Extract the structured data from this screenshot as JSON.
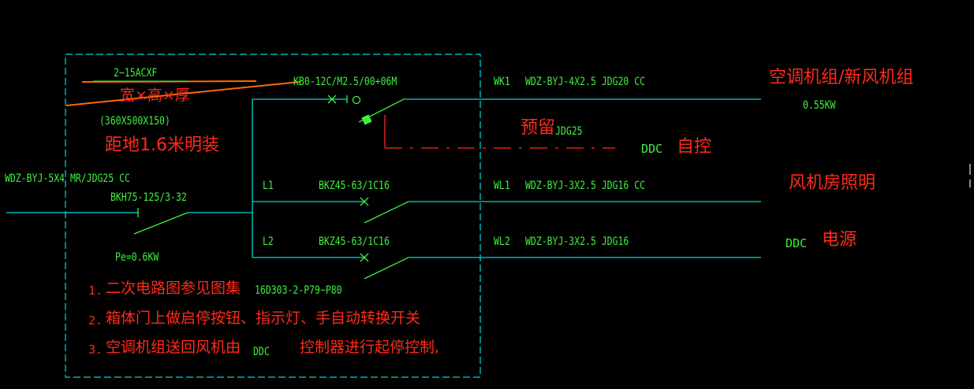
{
  "colors": {
    "background": "#000000",
    "wire": "#00d8d8",
    "switch": "#3ef03e",
    "annotation": "#ff2a1a",
    "box": "#00d8d8"
  },
  "box": {
    "model_top": "2~15ACXF",
    "dims_label": "宽×高×厚",
    "dims_value": "(360X500X150)",
    "mount": "距地1.6米明装",
    "incoming_cable": "WDZ-BYJ-5X4 MR/JDG25 CC",
    "main_breaker": "BKH75-125/3-32",
    "power": "Pe=0.6KW"
  },
  "circuits": [
    {
      "id": "kbo",
      "device": "KB0-12C/M2.5/00+06M",
      "wire_id": "WK1",
      "cable": "WDZ-BYJ-4X2.5  JDG20 CC",
      "load": "空调机组/新风机组",
      "load_power": "0.55KW"
    },
    {
      "id": "l1",
      "phase": "L1",
      "device": "BKZ45-63/1C16",
      "wire_id": "WL1",
      "cable": "WDZ-BYJ-3X2.5  JDG16 CC",
      "load": "风机房照明"
    },
    {
      "id": "l2",
      "phase": "L2",
      "device": "BKZ45-63/1C16",
      "wire_id": "WL2",
      "cable": "WDZ-BYJ-3X2.5  JDG16",
      "load_prefix": "DDC",
      "load": "电源"
    }
  ],
  "reserve": {
    "label": "预留",
    "conduit": "JDG25",
    "ddc": "DDC",
    "auto": "自控"
  },
  "notes": [
    {
      "num": "1.",
      "text": "二次电路图参见图集",
      "ref": "16D303-2-P79~P80"
    },
    {
      "num": "2.",
      "text": "箱体门上做启停按钮、指示灯、手自动转换开关"
    },
    {
      "num": "3.",
      "text": "空调机组送回风机由",
      "ddc": "DDC",
      "tail": "控制器进行起停控制,"
    }
  ]
}
